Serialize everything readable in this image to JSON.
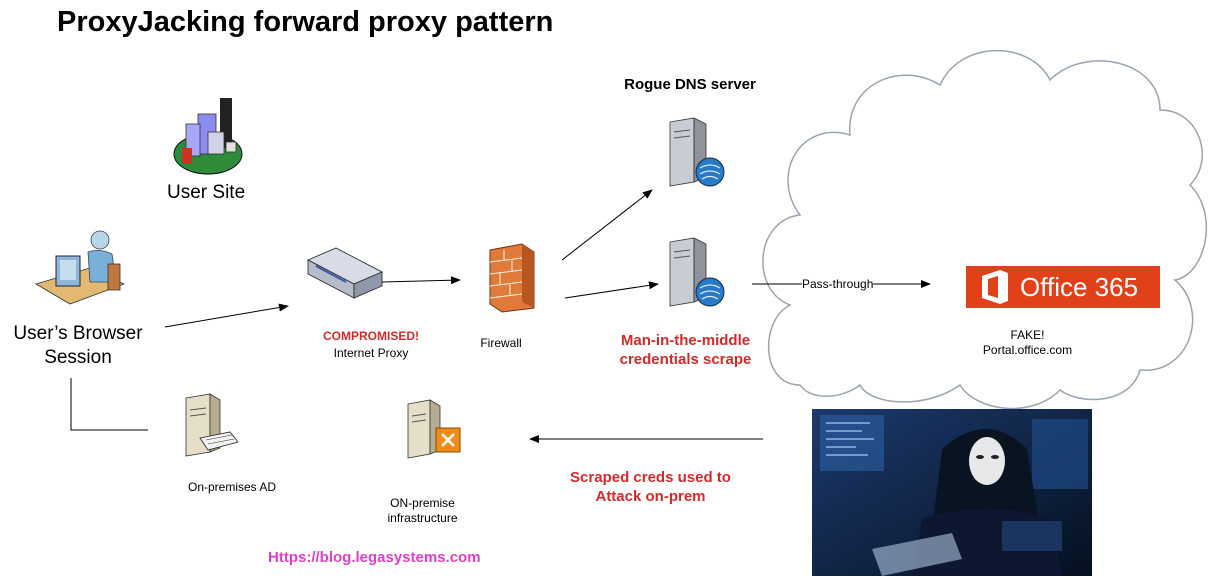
{
  "title": "ProxyJacking forward proxy pattern",
  "nodes": {
    "user_site": "User Site",
    "user_session": "User’s Browser Session",
    "proxy_status": "COMPROMISED!",
    "proxy": "Internet Proxy",
    "firewall": "Firewall",
    "rogue_dns": "Rogue DNS server",
    "mitm": "Man-in-the-middle credentials scrape",
    "pass_through": "Pass-through",
    "office_brand": "Office 365",
    "fake_portal": "FAKE! Portal.office.com",
    "onprem_ad": "On-premises AD",
    "onprem_infra": "ON-premise infrastructure",
    "scraped": "Scraped creds used to Attack on-prem"
  },
  "footer_url": "Https://blog.legasystems.com",
  "colors": {
    "accent_red": "#d42a2a",
    "office_orange": "#e0401a",
    "url_pink": "#e040c8",
    "cloud_stroke": "#9aa3b0"
  },
  "icons": [
    "buildings-icon",
    "user-at-computer-icon",
    "network-appliance-icon",
    "firewall-icon",
    "server-icon",
    "server-icon",
    "office365-logo",
    "server-icon",
    "server-icon",
    "hacker-photo"
  ]
}
